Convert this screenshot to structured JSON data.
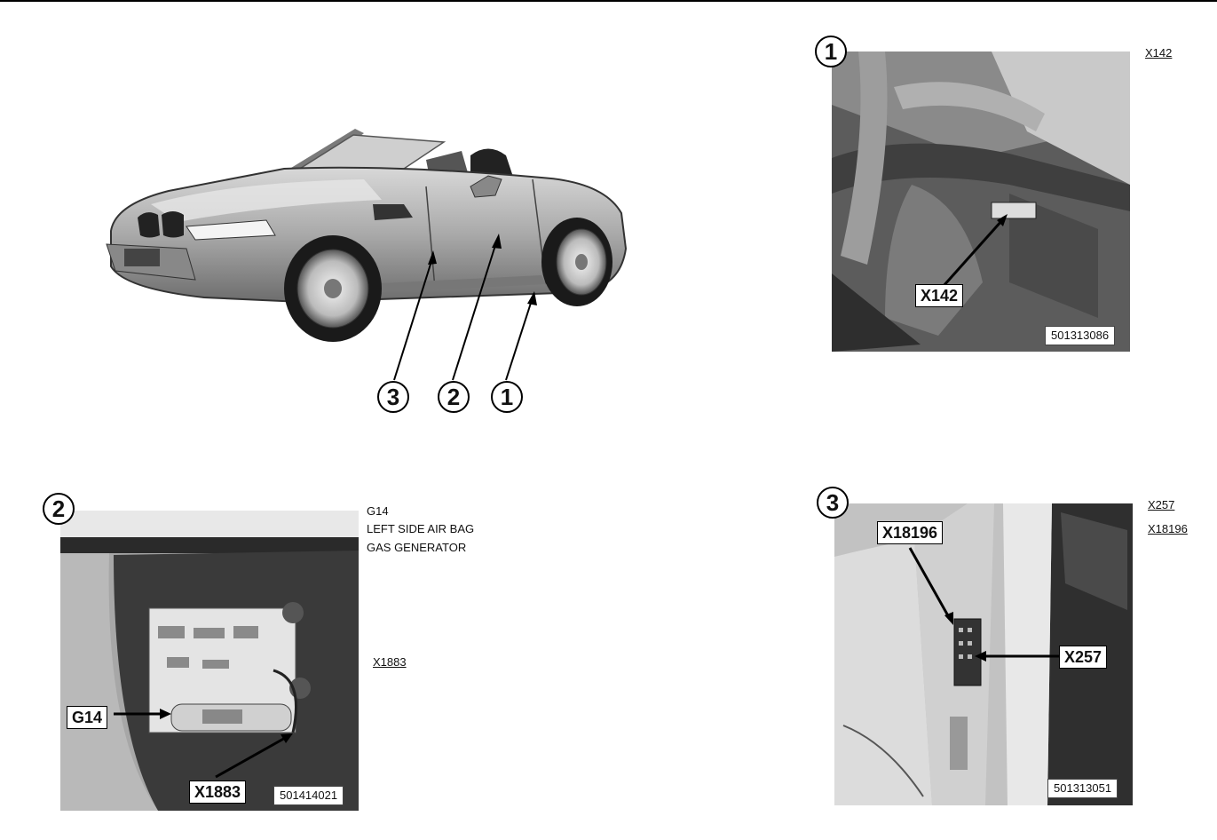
{
  "car": {
    "callouts": [
      "3",
      "2",
      "1"
    ]
  },
  "panel1": {
    "callout": "1",
    "connector_ref": "X142",
    "photo_label": "X142",
    "part_number": "501313086"
  },
  "panel2": {
    "callout": "2",
    "component_code": "G14",
    "component_desc_line1": "LEFT SIDE AIR BAG",
    "component_desc_line2": "GAS GENERATOR",
    "connector_ref": "X1883",
    "photo_label_g14": "G14",
    "photo_label_x1883": "X1883",
    "part_number": "501414021"
  },
  "panel3": {
    "callout": "3",
    "connector_ref_1": "X257",
    "connector_ref_2": "X18196",
    "photo_label_x18196": "X18196",
    "photo_label_x257": "X257",
    "part_number": "501313051"
  }
}
